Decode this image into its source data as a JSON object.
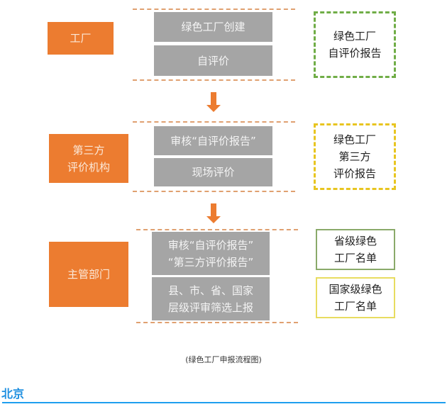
{
  "stages": [
    {
      "actor": [
        "工厂"
      ],
      "steps": [
        [
          "绿色工厂创建"
        ],
        [
          "自评价"
        ]
      ],
      "output": [
        "绿色工厂",
        "自评价报告"
      ]
    },
    {
      "actor": [
        "第三方",
        "评价机构"
      ],
      "steps": [
        [
          "审核“自评价报告”"
        ],
        [
          "现场评价"
        ]
      ],
      "output": [
        "绿色工厂",
        "第三方",
        "评价报告"
      ]
    },
    {
      "actor": [
        "主管部门"
      ],
      "steps": [
        [
          "审核“自评价报告”",
          "“第三方评价报告”"
        ],
        [
          "县、市、省、国家",
          "层级评审筛选上报"
        ]
      ],
      "outputs": [
        [
          "省级绿色",
          "工厂名单"
        ],
        [
          "国家级绿色",
          "工厂名单"
        ]
      ]
    }
  ],
  "caption": "(绿色工厂申报流程图)",
  "section_heading": "北京",
  "colors": {
    "orange": "#ec7c30",
    "gray": "#a5a5a5",
    "green": "#70ad47",
    "yellow": "#e8c520",
    "heading": "#1e8fe0"
  }
}
